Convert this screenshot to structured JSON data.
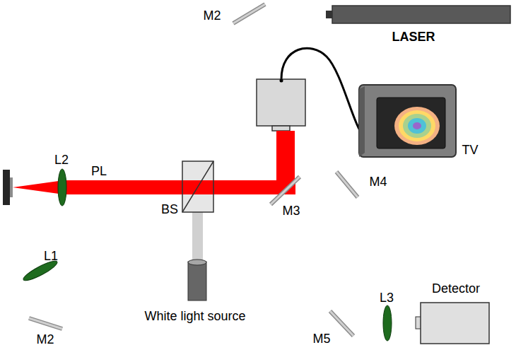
{
  "diagram": {
    "nodes": [
      {
        "text": [
          "LASER"
        ]
      },
      {
        "text": [
          "TV"
        ]
      },
      {
        "text": [
          "Detector"
        ]
      },
      {
        "text": [
          "White light source"
        ]
      }
    ],
    "labels": [
      "M2",
      "L2",
      "PL",
      "M4",
      "BS",
      "M3",
      "L1",
      "L3",
      "M2",
      "M5"
    ]
  }
}
